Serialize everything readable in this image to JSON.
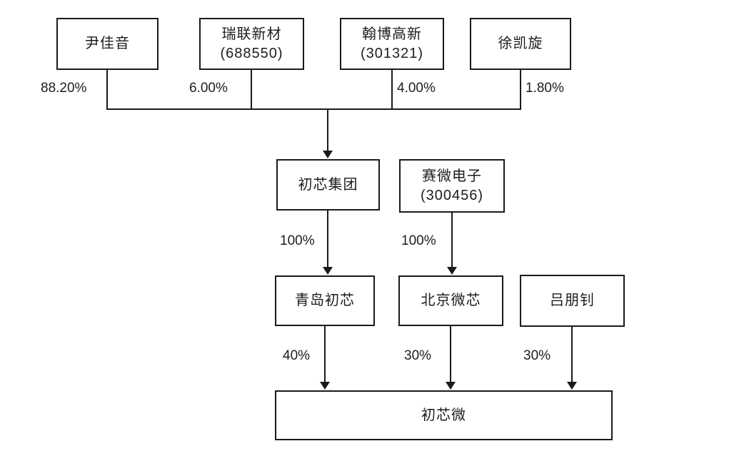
{
  "diagram": {
    "type": "org-equity-structure",
    "colors": {
      "line": "#1a1a1a",
      "background": "#ffffff",
      "text": "#1d1d1d"
    },
    "nodes": {
      "yin_jiayin": {
        "label": "尹佳音"
      },
      "ruilian": {
        "label": "瑞联新材",
        "code": "(688550)"
      },
      "hanbo": {
        "label": "翰博高新",
        "code": "(301321)"
      },
      "xu_kaixuan": {
        "label": "徐凯旋"
      },
      "chuxin_group": {
        "label": "初芯集团"
      },
      "saiwei": {
        "label": "赛微电子",
        "code": "(300456)"
      },
      "qingdao_chuxin": {
        "label": "青岛初芯"
      },
      "beijing_weixin": {
        "label": "北京微芯"
      },
      "lv_pengzhao": {
        "label": "吕朋钊"
      },
      "chuxinwei": {
        "label": "初芯微"
      }
    },
    "edge_labels": {
      "yin_to_group": "88.20%",
      "ruilian_to_group": "6.00%",
      "hanbo_to_group": "4.00%",
      "xu_to_group": "1.80%",
      "group_to_qingdao": "100%",
      "saiwei_to_beijing": "100%",
      "qingdao_to_chuxinwei": "40%",
      "beijing_to_chuxinwei": "30%",
      "lv_to_chuxinwei": "30%"
    }
  }
}
